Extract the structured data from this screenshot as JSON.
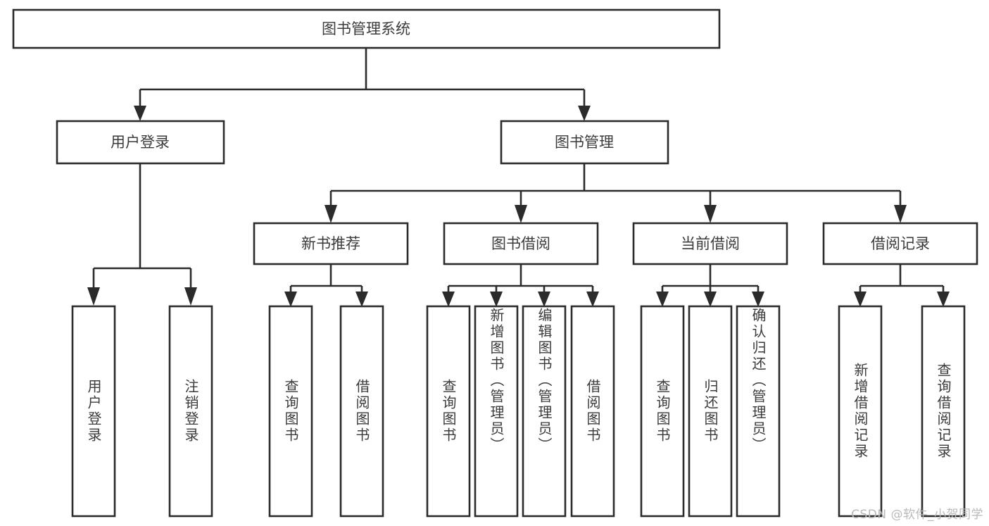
{
  "diagram": {
    "title": "图书管理系统",
    "type": "tree-hierarchy",
    "orientation": "top-down",
    "watermark": "CSDN @软件_小贺同学",
    "colors": {
      "box_stroke": "#2b2b2b",
      "box_fill": "#ffffff",
      "text": "#3b3b3b",
      "connector": "#2b2b2b",
      "background": "#ffffff",
      "watermark": "#b9b9b9"
    },
    "root": {
      "id": "root",
      "label": "图书管理系统"
    },
    "level2": [
      {
        "id": "n-user-login",
        "label": "用户登录"
      },
      {
        "id": "n-book-manage",
        "label": "图书管理"
      }
    ],
    "level3": [
      {
        "id": "n-new-book-rec",
        "label": "新书推荐",
        "parent": "n-book-manage"
      },
      {
        "id": "n-book-borrow",
        "label": "图书借阅",
        "parent": "n-book-manage"
      },
      {
        "id": "n-current-borrow",
        "label": "当前借阅",
        "parent": "n-book-manage"
      },
      {
        "id": "n-borrow-record",
        "label": "借阅记录",
        "parent": "n-book-manage"
      }
    ],
    "leaves": [
      {
        "id": "leaf-user-login",
        "label": "用户登录",
        "parent": "n-user-login"
      },
      {
        "id": "leaf-logout-login",
        "label": "注销登录",
        "parent": "n-user-login"
      },
      {
        "id": "leaf-query-book-1",
        "label": "查询图书",
        "parent": "n-new-book-rec"
      },
      {
        "id": "leaf-borrow-book-1",
        "label": "借阅图书",
        "parent": "n-new-book-rec"
      },
      {
        "id": "leaf-query-book-2",
        "label": "查询图书",
        "parent": "n-book-borrow"
      },
      {
        "id": "leaf-add-book",
        "label": "新增图书（管理员）",
        "parent": "n-book-borrow"
      },
      {
        "id": "leaf-edit-book",
        "label": "编辑图书（管理员）",
        "parent": "n-book-borrow"
      },
      {
        "id": "leaf-borrow-book-2",
        "label": "借阅图书",
        "parent": "n-book-borrow"
      },
      {
        "id": "leaf-query-book-3",
        "label": "查询图书",
        "parent": "n-current-borrow"
      },
      {
        "id": "leaf-return-book",
        "label": "归还图书",
        "parent": "n-current-borrow"
      },
      {
        "id": "leaf-confirm-return",
        "label": "确认归还（管理员）",
        "parent": "n-current-borrow"
      },
      {
        "id": "leaf-add-record",
        "label": "新增借阅记录",
        "parent": "n-borrow-record"
      },
      {
        "id": "leaf-query-record",
        "label": "查询借阅记录",
        "parent": "n-borrow-record"
      }
    ]
  }
}
